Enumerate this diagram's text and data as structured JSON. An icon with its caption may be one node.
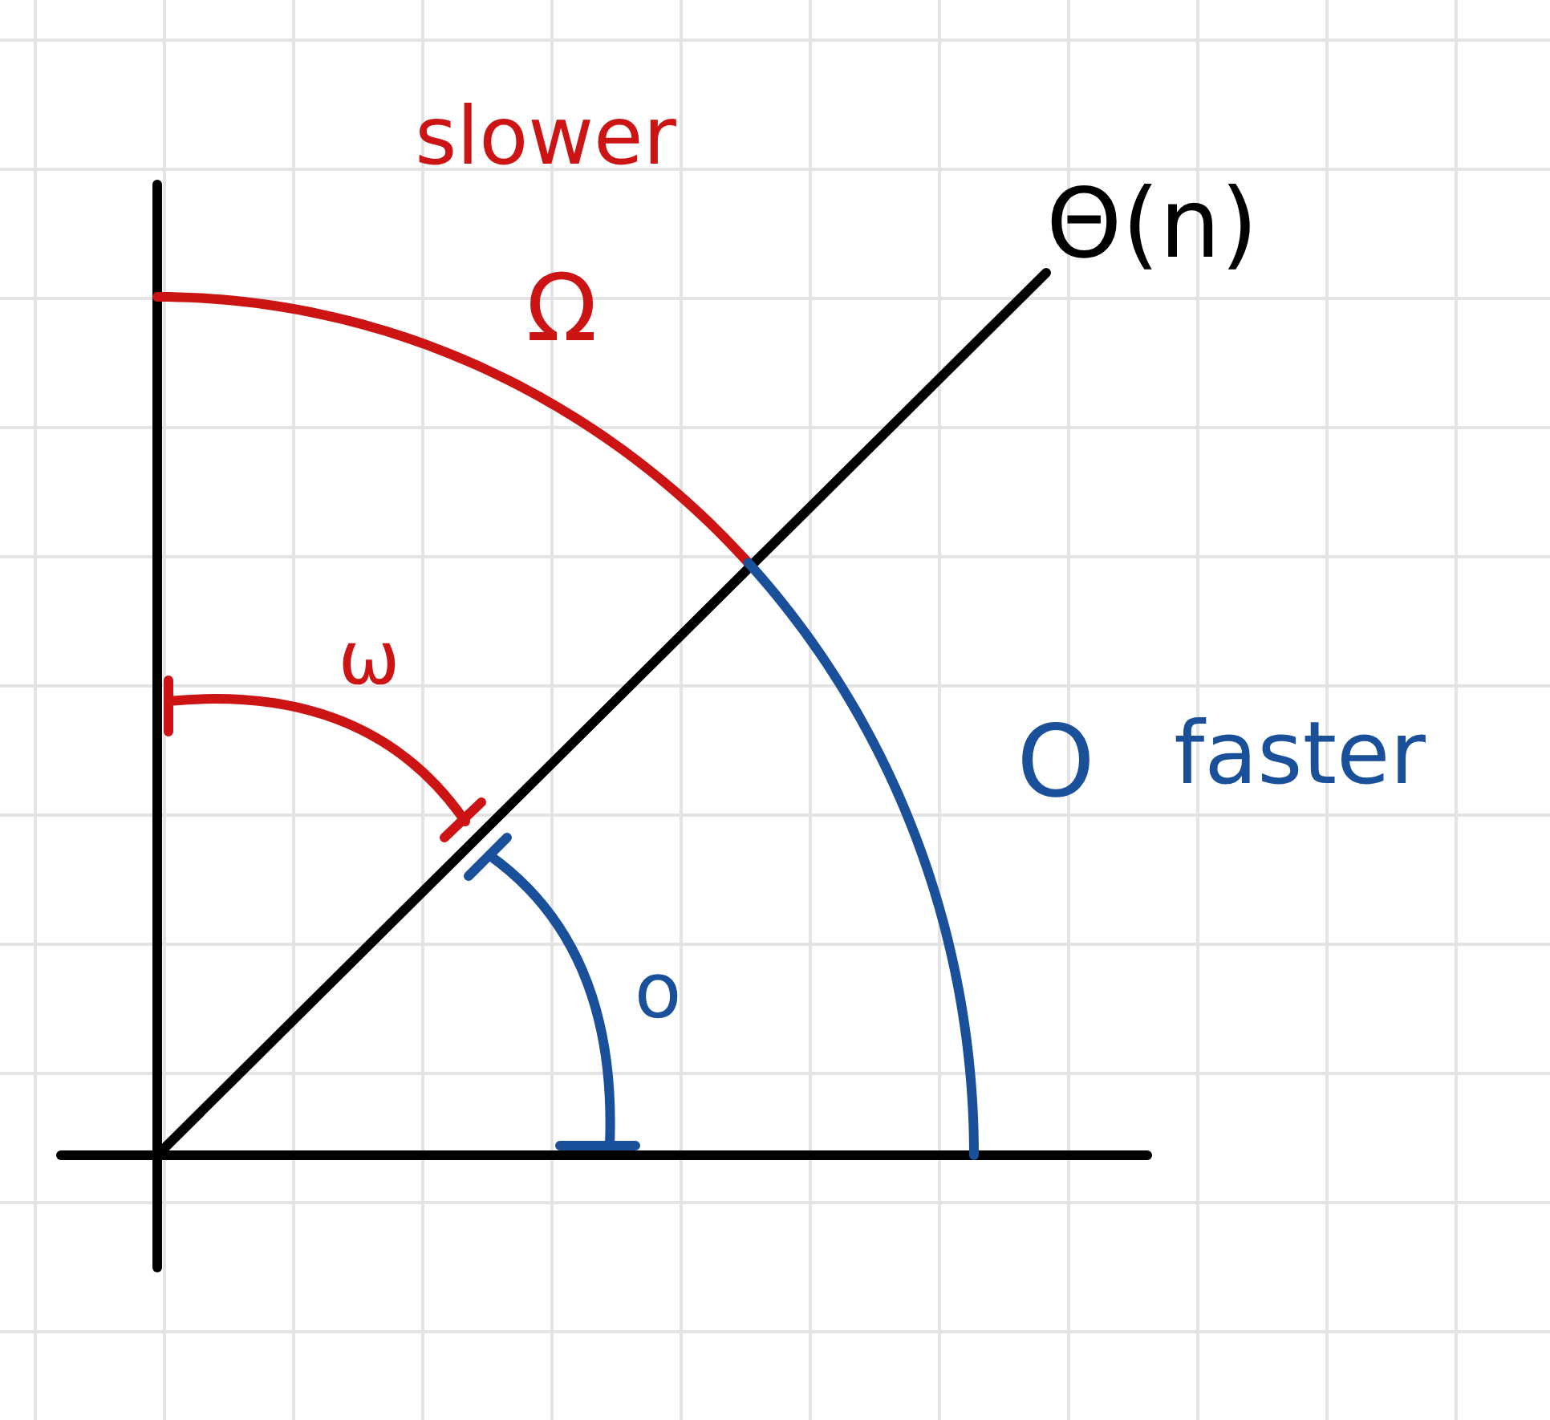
{
  "diagram": {
    "labels": [
      "slower",
      "Θ(n)",
      "Ω",
      "ω",
      "O",
      "faster",
      "o"
    ]
  }
}
